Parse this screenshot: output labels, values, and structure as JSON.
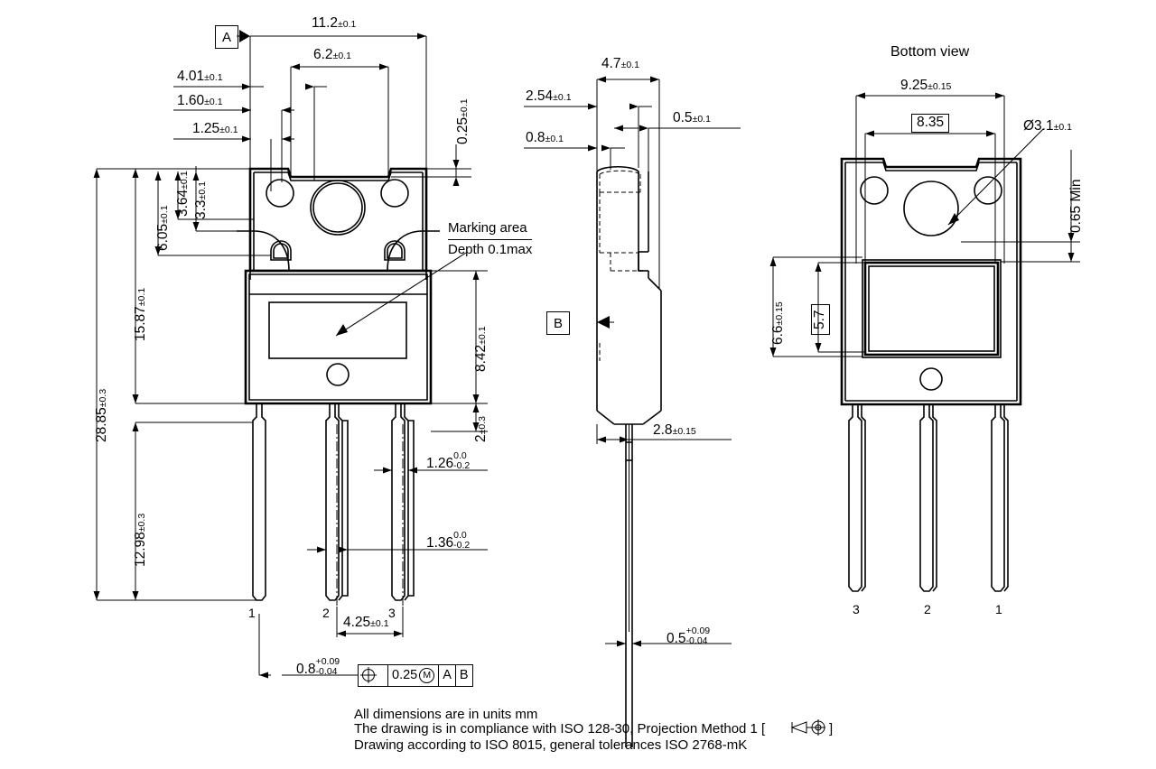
{
  "drawing": {
    "units_note": "All dimensions are in units mm",
    "iso_note": "The drawing is in compliance with ISO 128-30, Projection Method 1 [",
    "iso_note_end": "]",
    "tolerance_note": "Drawing according to ISO 8015, general tolerances ISO 2768-mK"
  },
  "front_view": {
    "datum_a": "A",
    "dims": {
      "overall_width": "11.2",
      "overall_width_tol": "±0.1",
      "tab_span": "6.2",
      "tab_span_tol": "±0.1",
      "d401": "4.01",
      "d401_tol": "±0.1",
      "d160": "1.60",
      "d160_tol": "±0.1",
      "d125": "1.25",
      "d125_tol": "±0.1",
      "d025": "0.25",
      "d025_tol": "±0.1",
      "d605": "6.05",
      "d605_tol": "±0.1",
      "d364": "3.64",
      "d364_tol": "±0.1",
      "d33": "3.3",
      "d33_tol": "±0.1",
      "d1587": "15.87",
      "d1587_tol": "±0.1",
      "d2885": "28.85",
      "d2885_tol": "±0.3",
      "d1298": "12.98",
      "d1298_tol": "±0.3",
      "d842": "8.42",
      "d842_tol": "±0.1",
      "d2": "2",
      "d2_tol": "±0.3",
      "d126": "1.26",
      "d126_up": "0.0",
      "d126_lo": "-0.2",
      "d136": "1.36",
      "d136_up": "0.0",
      "d136_lo": "-0.2",
      "d425": "4.25",
      "d425_tol": "±0.1",
      "d08": "0.8",
      "d08_up": "+0.09",
      "d08_lo": "-0.04"
    },
    "marking_label_l1": "Marking area",
    "marking_label_l2": "Depth 0.1max",
    "fcf": {
      "symbol": "position-symbol",
      "tolerance": "0.25",
      "modifier": "M",
      "datum1": "A",
      "datum2": "B"
    },
    "pins": [
      "1",
      "2",
      "3"
    ]
  },
  "side_view": {
    "datum_b": "B",
    "dims": {
      "d47": "4.7",
      "d47_tol": "±0.1",
      "d254": "2.54",
      "d254_tol": "±0.1",
      "d08": "0.8",
      "d08_tol": "±0.1",
      "d05": "0.5",
      "d05_tol": "±0.1",
      "d28": "2.8",
      "d28_tol": "±0.15",
      "d05b": "0.5",
      "d05b_up": "+0.09",
      "d05b_lo": "-0.04"
    }
  },
  "bottom_view": {
    "title": "Bottom view",
    "dims": {
      "d925": "9.25",
      "d925_tol": "±0.15",
      "d835": "8.35",
      "dia31": "Ø3.1",
      "dia31_tol": "±0.1",
      "d065": "0.65 Min",
      "d66": "6.6",
      "d66_tol": "±0.15",
      "d57": "5.7"
    },
    "pins": [
      "3",
      "2",
      "1"
    ]
  }
}
